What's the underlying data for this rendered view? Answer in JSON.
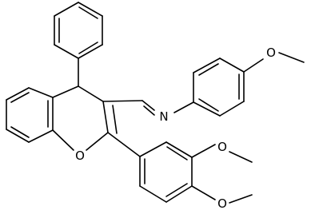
{
  "structure": {
    "atoms": {
      "ring_oxygen": "O",
      "imine_nitrogen": "N",
      "methoxy_oxygen_1": "O",
      "methoxy_oxygen_2": "O",
      "methoxy_oxygen_3": "O"
    },
    "colors": {
      "bond": "#000000",
      "label": "#000000",
      "background": "#ffffff"
    }
  }
}
